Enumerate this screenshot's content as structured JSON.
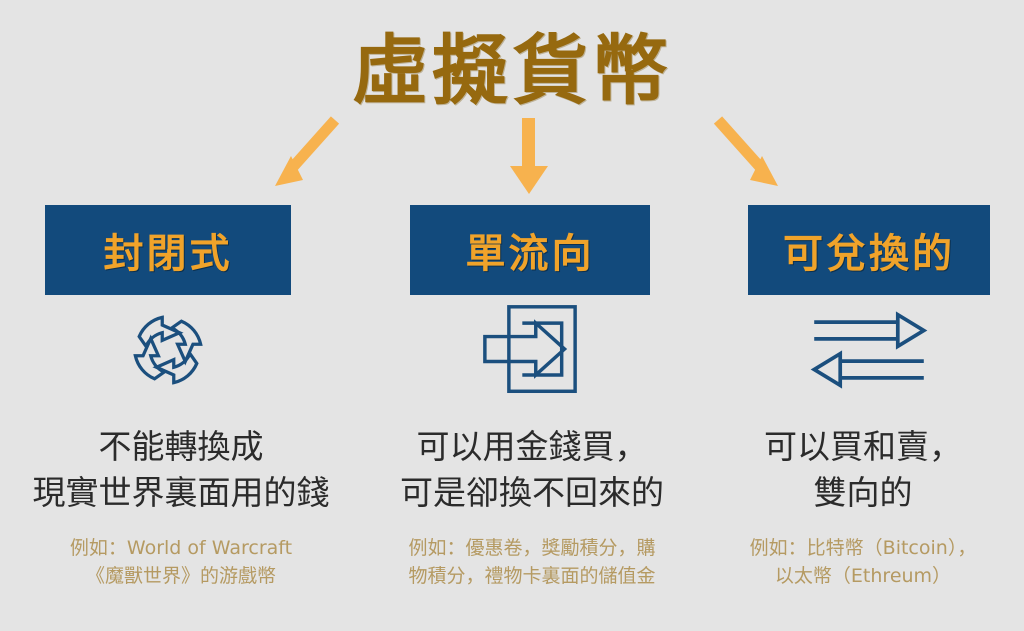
{
  "title": "虛擬貨幣",
  "colors": {
    "background": "#e4e4e4",
    "title_gold": "#96690f",
    "box_navy": "#124a7c",
    "box_label_amber": "#f0a32a",
    "arrow_orange": "#f7b24e",
    "icon_blue": "#1b4f7e",
    "desc_text": "#2b2b2b",
    "example_tan": "#b59a62"
  },
  "arrows": [
    {
      "name": "arrow-to-closed",
      "direction": "down-left"
    },
    {
      "name": "arrow-to-one-way",
      "direction": "down"
    },
    {
      "name": "arrow-to-convertible",
      "direction": "down-right"
    }
  ],
  "columns": [
    {
      "id": "closed",
      "label": "封閉式",
      "icon": "circular-loop-arrows-icon",
      "description": "不能轉換成\n現實世界裏面用的錢",
      "example": "例如：World of Warcraft\n《魔獸世界》的游戲幣"
    },
    {
      "id": "one-way",
      "label": "單流向",
      "icon": "arrow-into-box-icon",
      "description": "可以用金錢買，\n可是卻換不回來的",
      "example": "例如：優惠卷，獎勵積分，購\n物積分，禮物卡裏面的儲值金"
    },
    {
      "id": "convertible",
      "label": "可兌換的",
      "icon": "two-way-arrows-icon",
      "description": "可以買和賣，\n雙向的",
      "example": "例如：比特幣（Bitcoin），\n以太幣（Ethreum）"
    }
  ]
}
